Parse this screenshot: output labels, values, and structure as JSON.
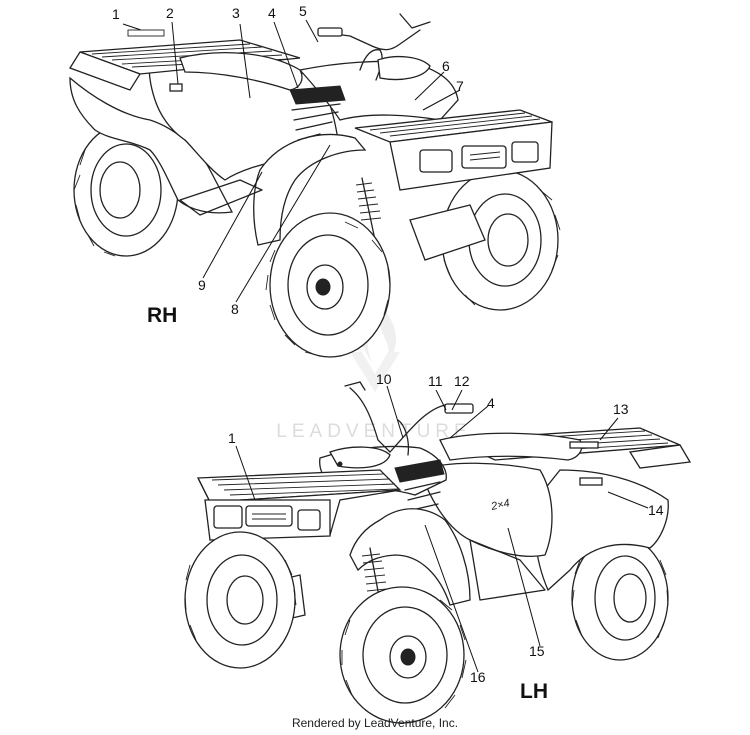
{
  "views": {
    "rh": {
      "label": "RH"
    },
    "lh": {
      "label": "LH"
    }
  },
  "callouts": {
    "rh": [
      "1",
      "2",
      "3",
      "4",
      "5",
      "6",
      "7",
      "8",
      "9"
    ],
    "lh": [
      "10",
      "11",
      "12",
      "4",
      "1",
      "13",
      "14",
      "15",
      "16"
    ]
  },
  "watermark": "LEADVENTURE",
  "credit": "Rendered by LeadVenture, Inc.",
  "colors": {
    "line": "#222222",
    "background": "#ffffff",
    "watermark": "#dcdcdc"
  }
}
